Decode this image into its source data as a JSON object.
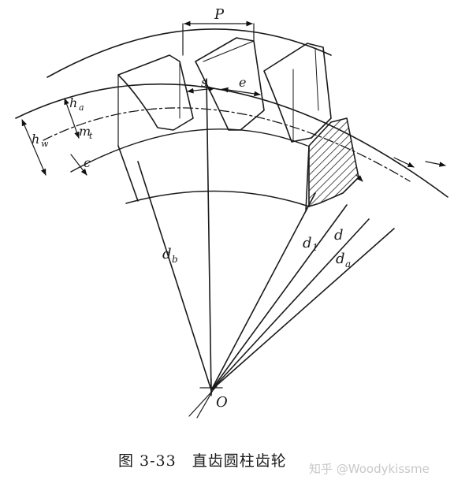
{
  "figure": {
    "labels": {
      "pitch": "P",
      "tooth_thickness": "s",
      "space_width": "e",
      "addendum": "h",
      "addendum_sub": "a",
      "module": "m",
      "module_sub": "t",
      "whole_depth": "h",
      "whole_depth_sub": "w",
      "clearance": "c",
      "base_diameter": "d",
      "base_diameter_sub": "b",
      "root_diameter": "d",
      "root_diameter_sub": "1",
      "pitch_diameter": "d",
      "tip_diameter": "d",
      "tip_diameter_sub": "a",
      "center": "O"
    }
  },
  "caption": {
    "number": "图 3-33",
    "title": "直齿圆柱齿轮"
  },
  "watermark": "知乎 @Woodykissme"
}
